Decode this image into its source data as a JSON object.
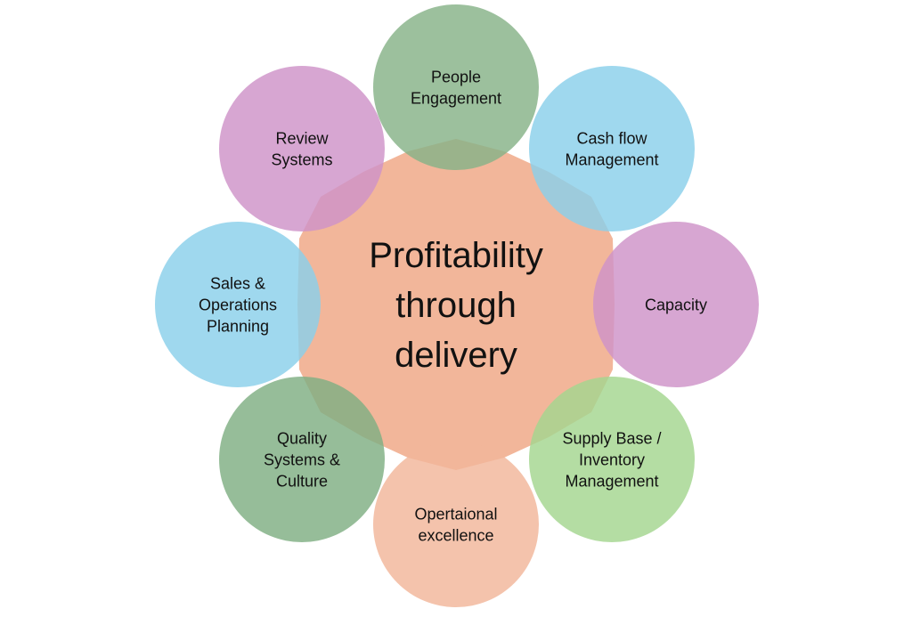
{
  "diagram": {
    "type": "radial-cycle",
    "center": {
      "lines": [
        "Profitability",
        "through",
        "delivery"
      ],
      "color": "#F2B69A"
    },
    "nodes": [
      {
        "id": "people-engagement",
        "lines": [
          "People",
          "Engagement"
        ],
        "color": "#86B287"
      },
      {
        "id": "cash-flow-management",
        "lines": [
          "Cash flow",
          "Management"
        ],
        "color": "#8AD0EA"
      },
      {
        "id": "capacity",
        "lines": [
          "Capacity"
        ],
        "color": "#CE93C8"
      },
      {
        "id": "supply-base-inventory-management",
        "lines": [
          "Supply Base /",
          "Inventory",
          "Management"
        ],
        "color": "#A3D68F"
      },
      {
        "id": "operational-excellence",
        "lines": [
          "Opertaional",
          "excellence"
        ],
        "color": "#F2B69A"
      },
      {
        "id": "quality-systems-culture",
        "lines": [
          "Quality",
          "Systems &",
          "Culture"
        ],
        "color": "#7FAE82"
      },
      {
        "id": "sales-operations-planning",
        "lines": [
          "Sales &",
          "Operations",
          "Planning"
        ],
        "color": "#8AD0EA"
      },
      {
        "id": "review-systems",
        "lines": [
          "Review",
          "Systems"
        ],
        "color": "#CE93C8"
      }
    ]
  }
}
